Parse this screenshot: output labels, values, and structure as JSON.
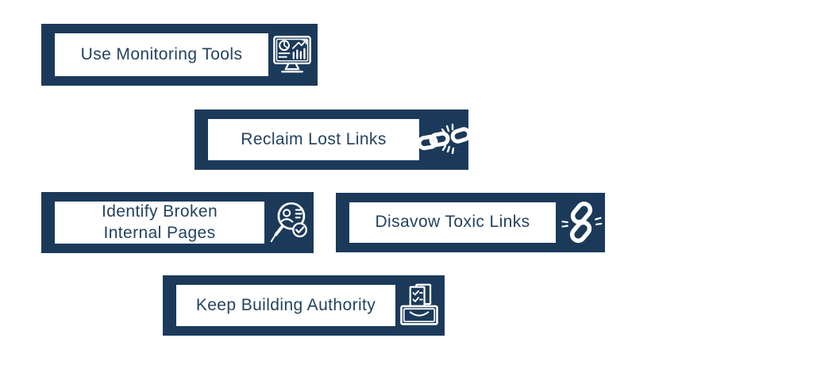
{
  "page": {
    "type": "infographic",
    "background": "#ffffff"
  },
  "colors": {
    "box_navy": "#1b3a5a",
    "label_text": "#24435f",
    "panel_white": "#ffffff",
    "icon_stroke": "#ffffff"
  },
  "cards": [
    {
      "label": "Use Monitoring Tools",
      "icon": "monitor-analytics-icon"
    },
    {
      "label": "Reclaim Lost Links",
      "icon": "broken-chain-icon"
    },
    {
      "label": "Identify Broken\nInternal Pages",
      "icon": "search-profile-check-icon"
    },
    {
      "label": "Disavow Toxic Links",
      "icon": "chain-link-icon"
    },
    {
      "label": "Keep Building Authority",
      "icon": "documents-tray-icon"
    }
  ]
}
